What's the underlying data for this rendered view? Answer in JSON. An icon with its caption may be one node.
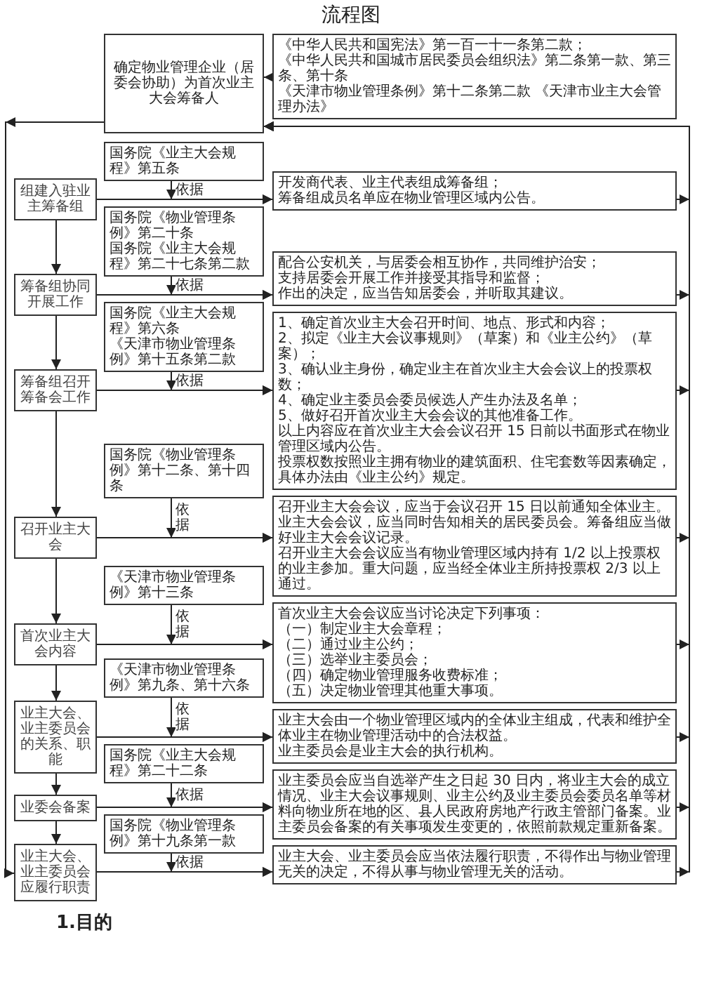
{
  "diagram": {
    "title": "流程图",
    "nodes": [
      {
        "text": [
          "确定物业管理企业（居委会协助）为首次业主大会筹备人"
        ]
      },
      {
        "text": [
          "《中华人民共和国宪法》第一百一十一条第二款；",
          "《中华人民共和国城市居民委员会组织法》第二条第一款、第三条、第十条",
          "《天津市物业管理条例》第十二条第二款 《天津市业主大会管理办法》"
        ]
      },
      {
        "text": [
          "国务院《业主大会规程》第五条"
        ]
      },
      {
        "text": [
          "组建入驻业主筹备组"
        ]
      },
      {
        "text": [
          "开发商代表、业主代表组成筹备组；",
          "筹备组成员名单应在物业管理区域内公告。"
        ]
      },
      {
        "text": [
          "国务院《物业管理条例》第二十条",
          "国务院《业主大会规程》第二十七条第二款"
        ]
      },
      {
        "text": [
          "筹备组协同开展工作"
        ]
      },
      {
        "text": [
          "配合公安机关，与居委会相互协作，共同维护治安；",
          "支持居委会开展工作并接受其指导和监督；",
          "作出的决定，应当告知居委会，并听取其建议。"
        ]
      },
      {
        "text": [
          "国务院《业主大会规程》第六条",
          "《天津市物业管理条例》第十五条第二款"
        ]
      },
      {
        "text": [
          "筹备组召开筹备会工作"
        ]
      },
      {
        "text": [
          "1、确定首次业主大会召开时间、地点、形式和内容；",
          "2、拟定《业主大会议事规则》（草案）和《业主公约》（草案）；",
          "3、确认业主身份，确定业主在首次业主大会会议上的投票权数；",
          "4、确定业主委员会委员候选人产生办法及名单；",
          "5、做好召开首次业主大会会议的其他准备工作。",
          "以上内容应在首次业主大会会议召开 15 日前以书面形式在物业管理区域内公告。",
          "投票权数按照业主拥有物业的建筑面积、住宅套数等因素确定，具体办法由《业主公约》规定。"
        ]
      },
      {
        "text": [
          "国务院《物业管理条例》第十二条、第十四条"
        ]
      },
      {
        "text": [
          "召开业主大会"
        ]
      },
      {
        "text": [
          "召开业主大会会议，应当于会议召开 15 日以前通知全体业主。业主大会会议，应当同时告知相关的居民委员会。筹备组应当做好业主大会会议记录。",
          "召开业主大会会议应当有物业管理区域内持有 1/2 以上投票权的业主参加。重大问题，应当经全体业主所持投票权 2/3 以上通过。"
        ]
      },
      {
        "text": [
          "《天津市物业管理条例》第十三条"
        ]
      },
      {
        "text": [
          "首次业主大会内容"
        ]
      },
      {
        "text": [
          "首次业主大会会议应当讨论决定下列事项：",
          "（一）制定业主大会章程；",
          "（二）通过业主公约；",
          "（三）选举业主委员会；",
          "（四）确定物业管理服务收费标准；",
          "（五）决定物业管理其他重大事项。"
        ]
      },
      {
        "text": [
          "《天津市物业管理条例》第九条、第十六条"
        ]
      },
      {
        "text": [
          "业主大会、业主委员会的关系、职能"
        ]
      },
      {
        "text": [
          "业主大会由一个物业管理区域内的全体业主组成，代表和维护全体业主在物业管理活动中的合法权益。",
          "业主委员会是业主大会的执行机构。"
        ]
      },
      {
        "text": [
          "国务院《业主大会规程》第二十二条"
        ]
      },
      {
        "text": [
          "业委会备案"
        ]
      },
      {
        "text": [
          "业主委员会应当自选举产生之日起 30 日内，将业主大会的成立情况、业主大会议事规则、业主公约及业主委员会委员名单等材料向物业所在地的区、县人民政府房地产行政主管部门备案。业主委员会备案的有关事项发生变更的，依照前款规定重新备案。"
        ]
      },
      {
        "text": [
          "国务院《物业管理条例》第十九条第一款"
        ]
      },
      {
        "text": [
          "业主大会、业主委员会应履行职责"
        ]
      },
      {
        "text": [
          "业主大会、业主委员会应当依法履行职责，不得作出与物业管理无关的决定，不得从事与物业管理无关的活动。"
        ]
      }
    ],
    "edges": [
      {
        "from": 1,
        "to": 0,
        "arrow": "to"
      },
      {
        "from": 0,
        "to": 24,
        "arrow": "to"
      },
      {
        "from": 2,
        "to": 4,
        "arrow": "to",
        "label": "依据"
      },
      {
        "from": 3,
        "to": 4,
        "arrow": "to"
      },
      {
        "from": 4,
        "to": 0,
        "arrow": "to"
      },
      {
        "from": 3,
        "to": 6,
        "arrow": "to"
      },
      {
        "from": 5,
        "to": 7,
        "arrow": "to",
        "label": "依据"
      },
      {
        "from": 6,
        "to": 7,
        "arrow": "to"
      },
      {
        "from": 7,
        "to": 0,
        "arrow": "to"
      },
      {
        "from": 6,
        "to": 9,
        "arrow": "to"
      },
      {
        "from": 8,
        "to": 10,
        "arrow": "to",
        "label": "依据"
      },
      {
        "from": 9,
        "to": 10,
        "arrow": "to"
      },
      {
        "from": 10,
        "to": 0,
        "arrow": "to"
      },
      {
        "from": 9,
        "to": 12,
        "arrow": "to"
      },
      {
        "from": 11,
        "to": 13,
        "arrow": "to",
        "label": "依据"
      },
      {
        "from": 12,
        "to": 13,
        "arrow": "to"
      },
      {
        "from": 13,
        "to": 0,
        "arrow": "to"
      },
      {
        "from": 12,
        "to": 15,
        "arrow": "to"
      },
      {
        "from": 14,
        "to": 16,
        "arrow": "to",
        "label": "依据"
      },
      {
        "from": 15,
        "to": 16,
        "arrow": "to"
      },
      {
        "from": 16,
        "to": 0,
        "arrow": "to"
      },
      {
        "from": 15,
        "to": 18,
        "arrow": "to"
      },
      {
        "from": 17,
        "to": 19,
        "arrow": "to",
        "label": "依据"
      },
      {
        "from": 18,
        "to": 19,
        "arrow": "to"
      },
      {
        "from": 19,
        "to": 0,
        "arrow": "to"
      },
      {
        "from": 18,
        "to": 21,
        "arrow": "to"
      },
      {
        "from": 20,
        "to": 22,
        "arrow": "to",
        "label": "依据"
      },
      {
        "from": 21,
        "to": 22,
        "arrow": "to"
      },
      {
        "from": 22,
        "to": 0,
        "arrow": "to"
      },
      {
        "from": 21,
        "to": 24,
        "arrow": "to"
      },
      {
        "from": 23,
        "to": 25,
        "arrow": "to",
        "label": "依据"
      },
      {
        "from": 24,
        "to": 25,
        "arrow": "to"
      },
      {
        "from": 25,
        "to": 0,
        "arrow": "to"
      }
    ],
    "labels": [
      "1.目的"
    ]
  }
}
